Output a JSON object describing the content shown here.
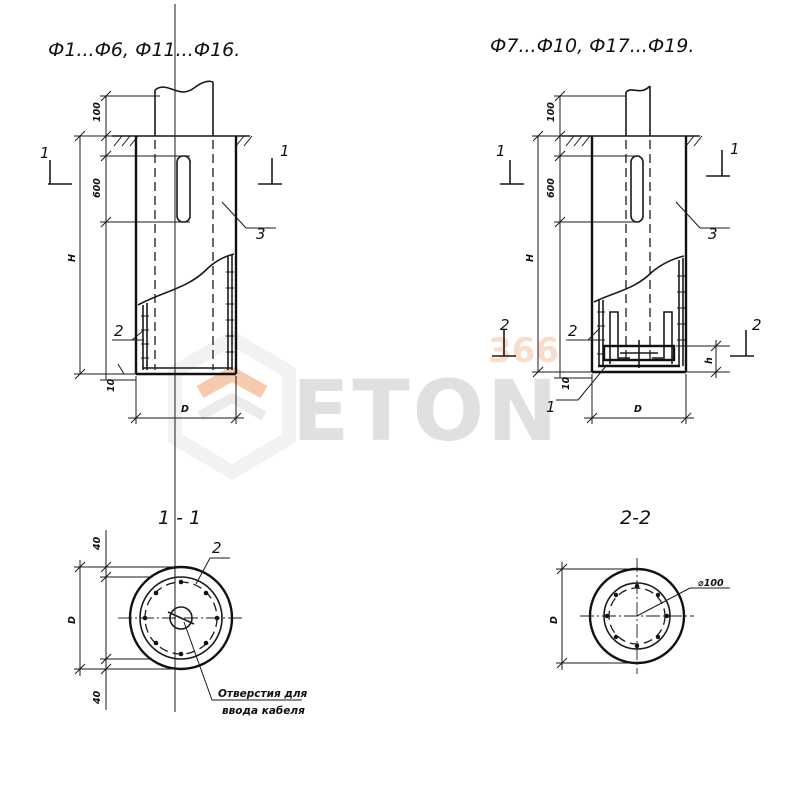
{
  "drawing": {
    "title_left": "Ф1...Ф6,   Ф11...Ф16.",
    "title_right": "Ф7...Ф10,   Ф17...Ф19.",
    "section_1_title": "1 - 1",
    "section_2_title": "2-2",
    "dim_100": "100",
    "dim_600": "600",
    "dim_h": "H",
    "dim_10": "10",
    "dim_d": "D",
    "dim_40": "40",
    "dim_small_h": "h",
    "dim_hole": "⌀100",
    "callout_1": "1",
    "callout_2": "2",
    "callout_3": "3",
    "note_line1": "Отверстия для",
    "note_line2": "ввода кабеля"
  },
  "watermark": {
    "text": "ETON",
    "small_text": "366",
    "accent_color": "#f07a3a"
  }
}
